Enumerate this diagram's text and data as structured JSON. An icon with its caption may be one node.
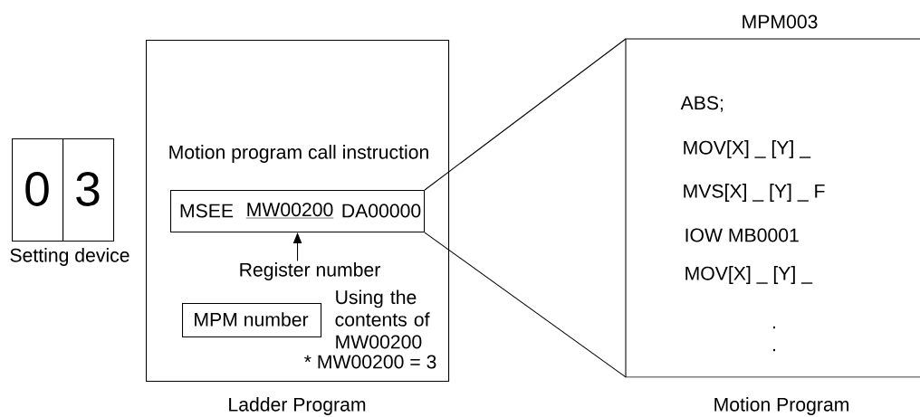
{
  "diagram": {
    "nodes": [
      {
        "text": [
          "0"
        ]
      },
      {
        "text": [
          "3"
        ]
      },
      {
        "text": [
          "Motion program call instruction",
          "* MW00200 = 3"
        ],
        "beside": [
          "Ladder Program"
        ]
      },
      {
        "text": [
          "MSEE",
          "MW00200",
          "DA00000"
        ],
        "in": 2
      },
      {
        "text": [
          "Register number"
        ],
        "in": 2
      },
      {
        "text": [
          "MPM number"
        ],
        "in": 2,
        "beside": [
          "Using the contents of MW00200"
        ]
      },
      {
        "text": [
          "MPM003",
          "ABS;",
          "MOV[X] _ [Y] _",
          "MVS[X] _ [Y] _ F",
          "IOW MB0001",
          "MOV[X] _ [Y] _",
          ".",
          "."
        ],
        "beside": [
          "Motion Program"
        ]
      }
    ],
    "edges": [
      {
        "from": 3,
        "to": 6,
        "arrow": "none"
      },
      {
        "from": 3,
        "to": 6,
        "arrow": "none"
      },
      {
        "from": 4,
        "to": 3,
        "arrow": "to"
      }
    ],
    "labels": [
      "Setting device"
    ]
  }
}
